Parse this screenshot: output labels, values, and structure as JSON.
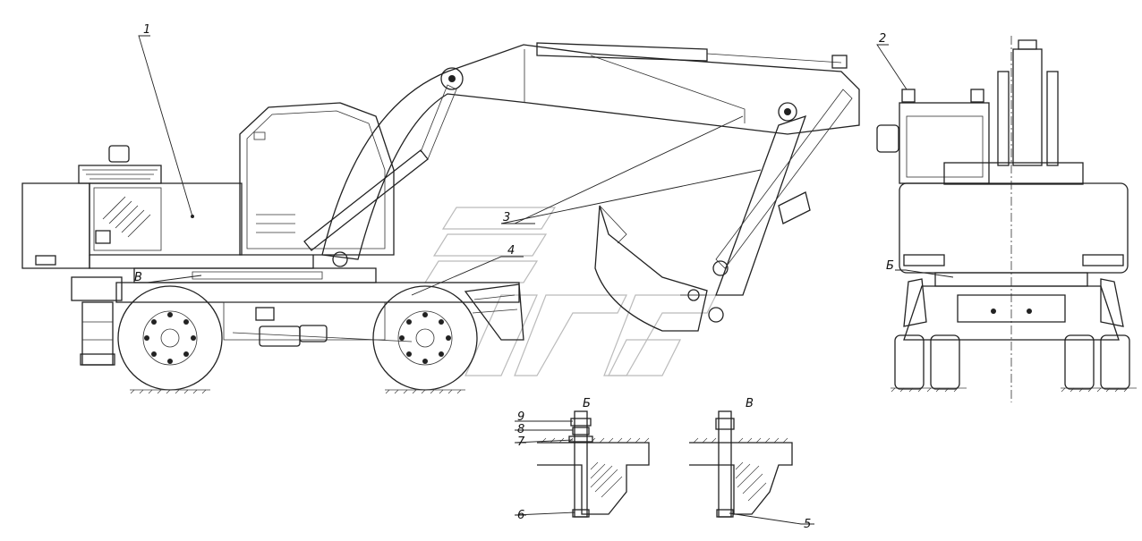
{
  "callouts": {
    "c1": "1",
    "c2": "2",
    "c3": "3",
    "c4": "4",
    "c5": "5",
    "c6": "6",
    "c7": "7",
    "c8": "8",
    "c9": "9"
  },
  "views": {
    "detail_b_callout": "Б",
    "detail_v_callout": "В",
    "detail_b_title": "Б",
    "detail_v_title": "В"
  }
}
